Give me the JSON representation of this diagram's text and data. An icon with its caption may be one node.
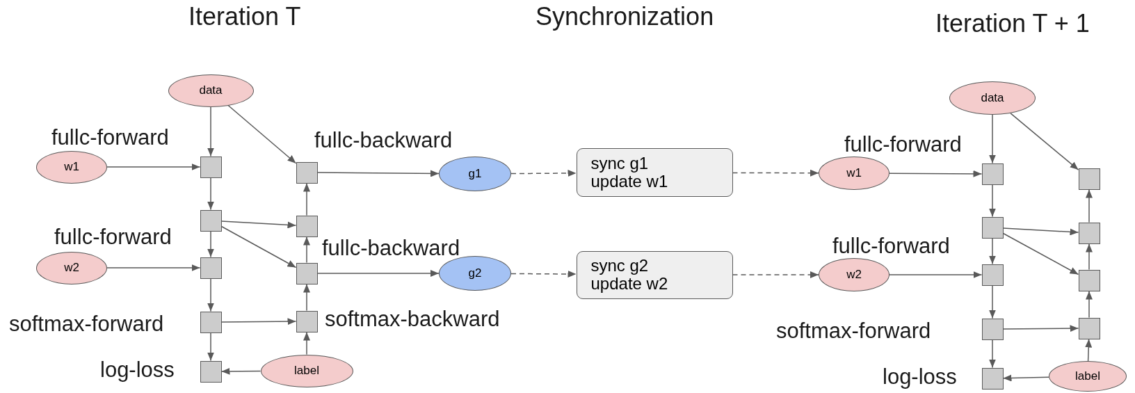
{
  "diagram": {
    "nodes": [
      {
        "text": [
          "data"
        ]
      },
      {
        "text": [
          "w1"
        ]
      },
      {
        "text": [],
        "shape": "box"
      },
      {
        "text": [],
        "shape": "box"
      },
      {
        "text": [
          "g1"
        ]
      },
      {
        "text": [],
        "shape": "box"
      },
      {
        "text": [],
        "shape": "box"
      },
      {
        "text": [
          "w2"
        ]
      },
      {
        "text": [],
        "shape": "box"
      },
      {
        "text": [],
        "shape": "box"
      },
      {
        "text": [
          "g2"
        ]
      },
      {
        "text": [],
        "shape": "box"
      },
      {
        "text": [],
        "shape": "box"
      },
      {
        "text": [],
        "shape": "box"
      },
      {
        "text": [
          "label"
        ]
      },
      {
        "text": [
          "sync g1",
          "update w1"
        ]
      },
      {
        "text": [
          "sync g2",
          "update w2"
        ]
      },
      {
        "text": [
          "data"
        ]
      },
      {
        "text": [
          "w1"
        ]
      },
      {
        "text": [],
        "shape": "box"
      },
      {
        "text": [],
        "shape": "box"
      },
      {
        "text": [],
        "shape": "box"
      },
      {
        "text": [],
        "shape": "box"
      },
      {
        "text": [
          "w2"
        ]
      },
      {
        "text": [],
        "shape": "box"
      },
      {
        "text": [],
        "shape": "box"
      },
      {
        "text": [],
        "shape": "box"
      },
      {
        "text": [],
        "shape": "box"
      },
      {
        "text": [],
        "shape": "box"
      },
      {
        "text": [
          "label"
        ]
      }
    ],
    "edges": [
      {
        "from": 0,
        "to": 2,
        "arrow": "to"
      },
      {
        "from": 0,
        "to": 3,
        "arrow": "to"
      },
      {
        "from": 1,
        "to": 2,
        "arrow": "to"
      },
      {
        "from": 2,
        "to": 5,
        "arrow": "to"
      },
      {
        "from": 5,
        "to": 6,
        "arrow": "to"
      },
      {
        "from": 5,
        "to": 8,
        "arrow": "to"
      },
      {
        "from": 5,
        "to": 9,
        "arrow": "to"
      },
      {
        "from": 7,
        "to": 8,
        "arrow": "to"
      },
      {
        "from": 8,
        "to": 11,
        "arrow": "to"
      },
      {
        "from": 11,
        "to": 12,
        "arrow": "to"
      },
      {
        "from": 11,
        "to": 13,
        "arrow": "to"
      },
      {
        "from": 14,
        "to": 13,
        "arrow": "to"
      },
      {
        "from": 14,
        "to": 12,
        "arrow": "to"
      },
      {
        "from": 12,
        "to": 9,
        "arrow": "to"
      },
      {
        "from": 9,
        "to": 6,
        "arrow": "to"
      },
      {
        "from": 6,
        "to": 3,
        "arrow": "to"
      },
      {
        "from": 3,
        "to": 4,
        "arrow": "to"
      },
      {
        "from": 9,
        "to": 10,
        "arrow": "to"
      },
      {
        "from": 4,
        "to": 15,
        "arrow": "to",
        "style": "dashed"
      },
      {
        "from": 10,
        "to": 16,
        "arrow": "to",
        "style": "dashed"
      },
      {
        "from": 15,
        "to": 18,
        "arrow": "to",
        "style": "dashed"
      },
      {
        "from": 16,
        "to": 23,
        "arrow": "to",
        "style": "dashed"
      },
      {
        "from": 17,
        "to": 19,
        "arrow": "to"
      },
      {
        "from": 17,
        "to": 20,
        "arrow": "to"
      },
      {
        "from": 18,
        "to": 19,
        "arrow": "to"
      },
      {
        "from": 19,
        "to": 21,
        "arrow": "to"
      },
      {
        "from": 21,
        "to": 22,
        "arrow": "to"
      },
      {
        "from": 21,
        "to": 24,
        "arrow": "to"
      },
      {
        "from": 21,
        "to": 25,
        "arrow": "to"
      },
      {
        "from": 23,
        "to": 24,
        "arrow": "to"
      },
      {
        "from": 24,
        "to": 26,
        "arrow": "to"
      },
      {
        "from": 26,
        "to": 27,
        "arrow": "to"
      },
      {
        "from": 26,
        "to": 28,
        "arrow": "to"
      },
      {
        "from": 29,
        "to": 28,
        "arrow": "to"
      },
      {
        "from": 29,
        "to": 27,
        "arrow": "to"
      },
      {
        "from": 27,
        "to": 25,
        "arrow": "to"
      },
      {
        "from": 25,
        "to": 22,
        "arrow": "to"
      },
      {
        "from": 22,
        "to": 20,
        "arrow": "to"
      }
    ],
    "labels": [
      "Iteration T",
      "Synchronization",
      "Iteration T + 1",
      "fullc-forward",
      "fullc-backward",
      "fullc-forward",
      "fullc-backward",
      "softmax-forward",
      "softmax-backward",
      "log-loss",
      "fullc-forward",
      "fullc-forward",
      "softmax-forward",
      "log-loss"
    ]
  }
}
